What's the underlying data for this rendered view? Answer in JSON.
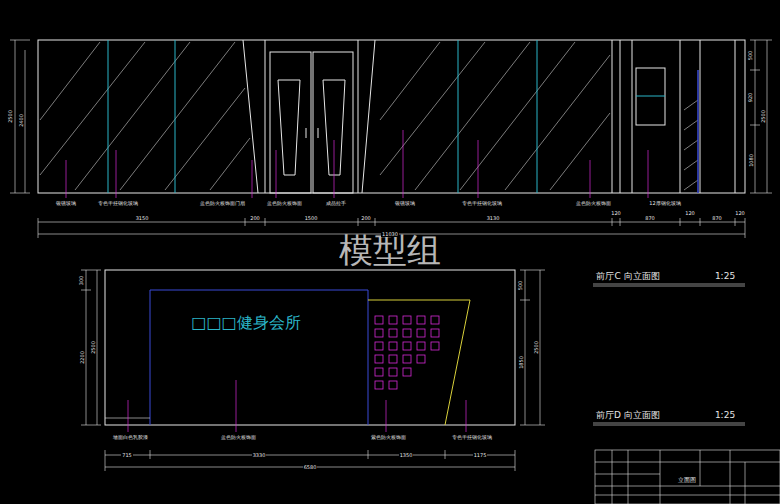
{
  "diagram": {
    "labels": [
      "模型组",
      "银镜玻璃",
      "专色干挂钢化玻璃",
      "蓝色防火板饰面门扇",
      "蓝色防火板饰面",
      "成品拉手",
      "银镜玻璃",
      "专色干挂钢化玻璃",
      "蓝色防火板饰面",
      "12厚钢化玻璃",
      "3150",
      "200",
      "1500",
      "200",
      "3130",
      "120",
      "870",
      "120",
      "870",
      "120",
      "11030",
      "2500",
      "2400",
      "500",
      "920",
      "1080",
      "2500",
      "□□□健身会所",
      "墙面白色乳胶漆",
      "蓝色防火板饰面",
      "紫色防火板饰面",
      "专色干挂钢化玻璃",
      "715",
      "3330",
      "1350",
      "1175",
      "6580",
      "300",
      "2200",
      "2500",
      "500",
      "1850",
      "2500",
      "前厅C 向立面图",
      "1:25",
      "前厅D 向立面图",
      "1:25",
      "立面图"
    ]
  }
}
